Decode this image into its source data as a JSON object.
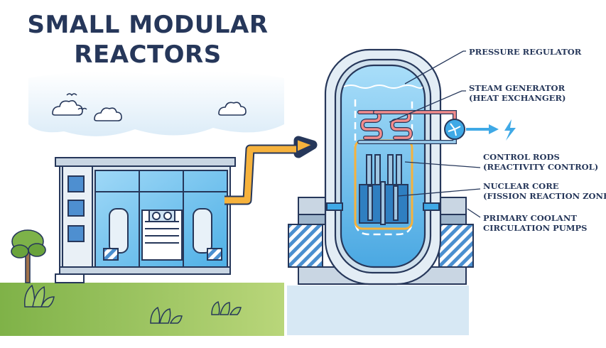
{
  "title": {
    "line1": "SMALL MODULAR",
    "line2": "REACTORS"
  },
  "labels": {
    "pressure_regulator": "PRESSURE REGULATOR",
    "steam_generator_l1": "STEAM GENERATOR",
    "steam_generator_l2": "(HEAT EXCHANGER)",
    "control_rods_l1": "CONTROL RODS",
    "control_rods_l2": "(REACTIVITY CONTROL)",
    "nuclear_core_l1": "NUCLEAR CORE",
    "nuclear_core_l2": "(FISSION REACTION ZONE)",
    "pumps_l1": "PRIMARY COOLANT",
    "pumps_l2": "CIRCULATION PUMPS"
  },
  "colors": {
    "outline": "#26375a",
    "water": "#3fa9e6",
    "water_light": "#aee0fb",
    "arrow": "#f6b23c",
    "grass": "#8dbb4c",
    "ground_panel": "#d7e8f4"
  }
}
